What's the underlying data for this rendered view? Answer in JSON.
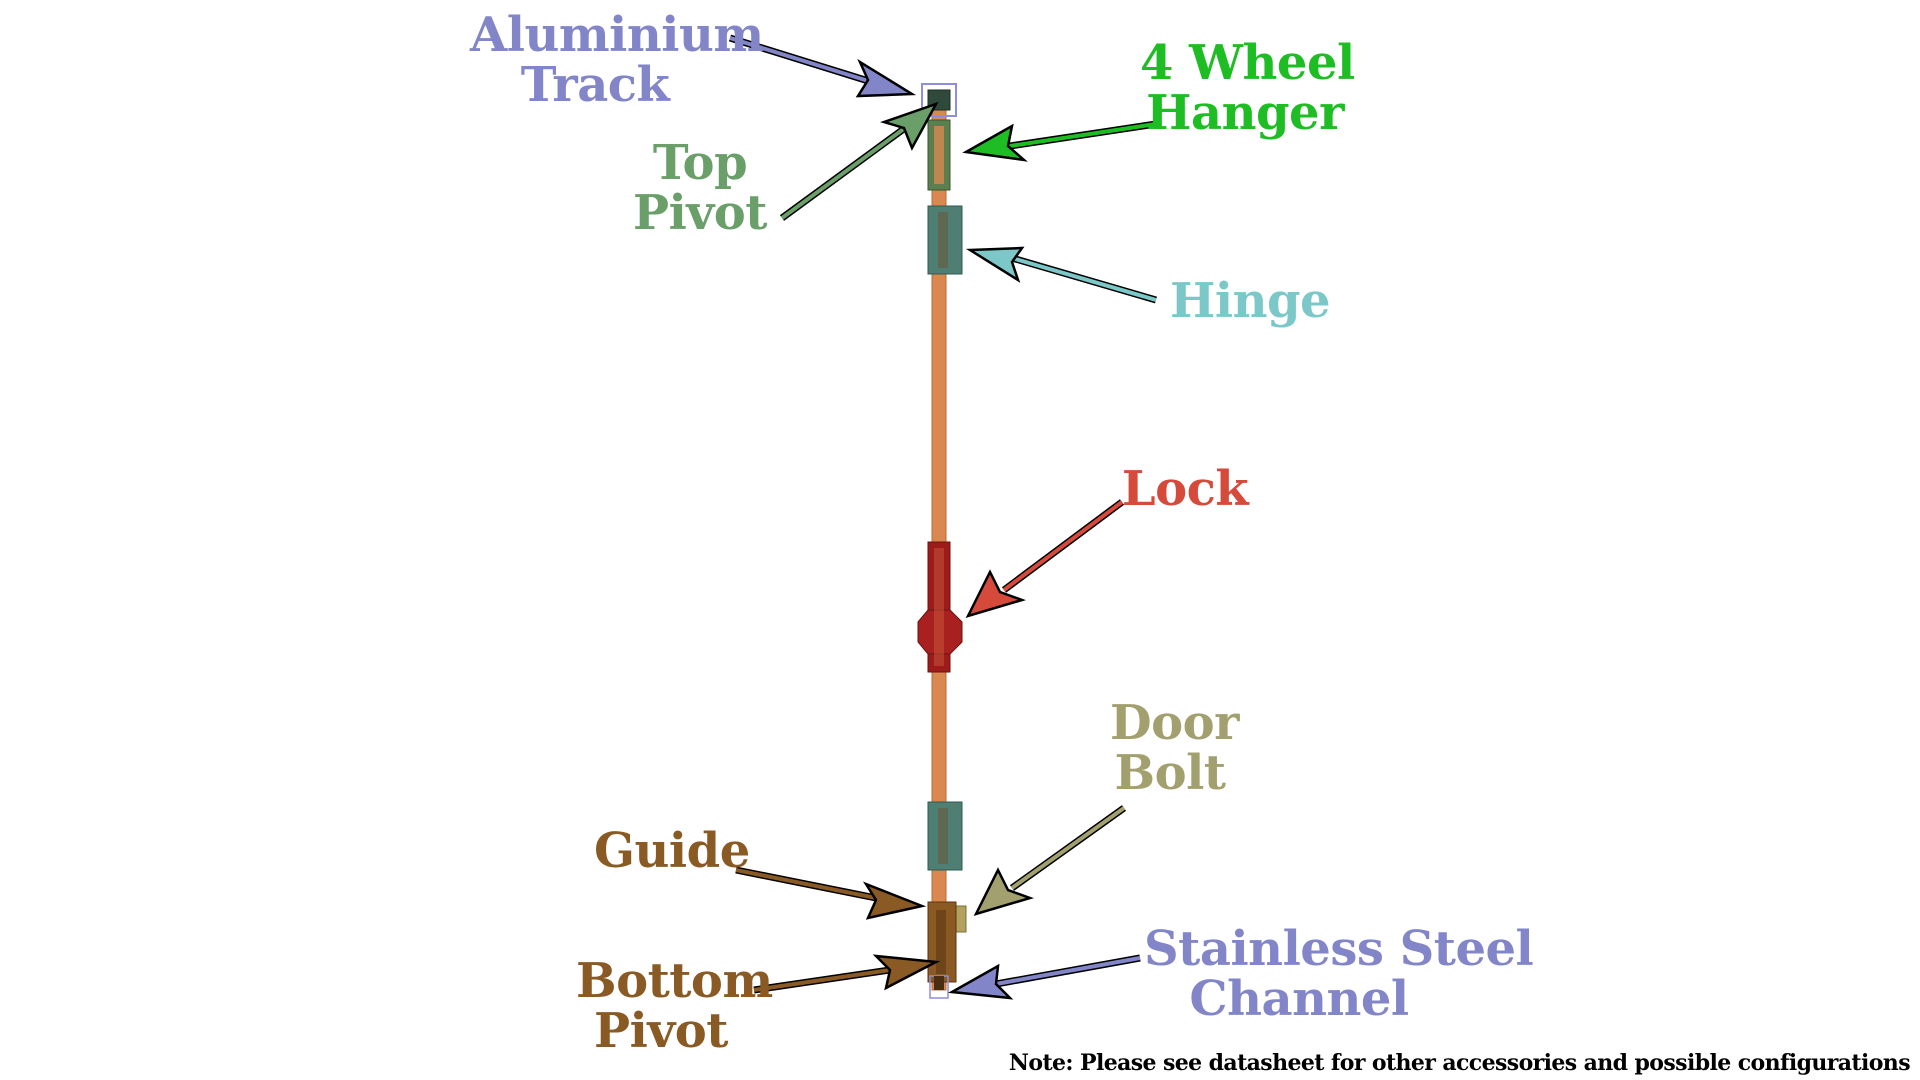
{
  "labels": {
    "aluminium_track": {
      "line1": "Aluminium",
      "line2": "Track",
      "color": "#8286c9"
    },
    "four_wheel_hanger": {
      "line1": "4 Wheel",
      "line2": "Hanger",
      "color": "#1fbd24"
    },
    "top_pivot": {
      "line1": "Top",
      "line2": "Pivot",
      "color": "#6a9f6a"
    },
    "hinge": {
      "line1": "Hinge",
      "color": "#7cc7c7"
    },
    "lock": {
      "line1": "Lock",
      "color": "#d64a3c"
    },
    "door_bolt": {
      "line1": "Door",
      "line2": "Bolt",
      "color": "#a3a070"
    },
    "guide": {
      "line1": "Guide",
      "color": "#8a5a24"
    },
    "bottom_pivot": {
      "line1": "Bottom",
      "line2": "Pivot",
      "color": "#8a5a24"
    },
    "stainless_channel": {
      "line1": "Stainless Steel",
      "line2": "Channel",
      "color": "#8286c9"
    }
  },
  "note": "Note: Please see datasheet for other accessories and possible configurations",
  "colors": {
    "door_panel": "#d9884f",
    "hinge_block": "#4f7f73",
    "hanger_block": "#5b7f4f",
    "lock_body": "#9d1b1b",
    "guide_block": "#8b5a23",
    "bolt_knob": "#b3a25f",
    "track_outline": "#8e8ee0"
  }
}
